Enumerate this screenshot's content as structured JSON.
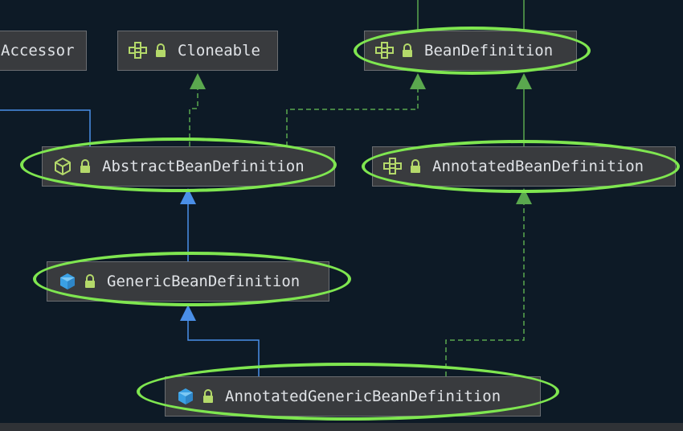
{
  "colors": {
    "background": "#0d1a26",
    "node_fill": "#393b3e",
    "extends_edge": "#4a8fe8",
    "implements_edge": "#5aa84e",
    "highlight": "#7fe650"
  },
  "nodes": {
    "accessor": {
      "label": "Accessor"
    },
    "cloneable": {
      "label": "Cloneable",
      "icon": "interface-icon"
    },
    "bean_definition": {
      "label": "BeanDefinition",
      "icon": "interface-icon"
    },
    "abstract_bean_definition": {
      "label": "AbstractBeanDefinition",
      "icon": "abstract-class-icon"
    },
    "annotated_bean_definition": {
      "label": "AnnotatedBeanDefinition",
      "icon": "interface-icon"
    },
    "generic_bean_definition": {
      "label": "GenericBeanDefinition",
      "icon": "class-icon"
    },
    "annotated_generic_bean_definition": {
      "label": "AnnotatedGenericBeanDefinition",
      "icon": "class-icon"
    }
  }
}
